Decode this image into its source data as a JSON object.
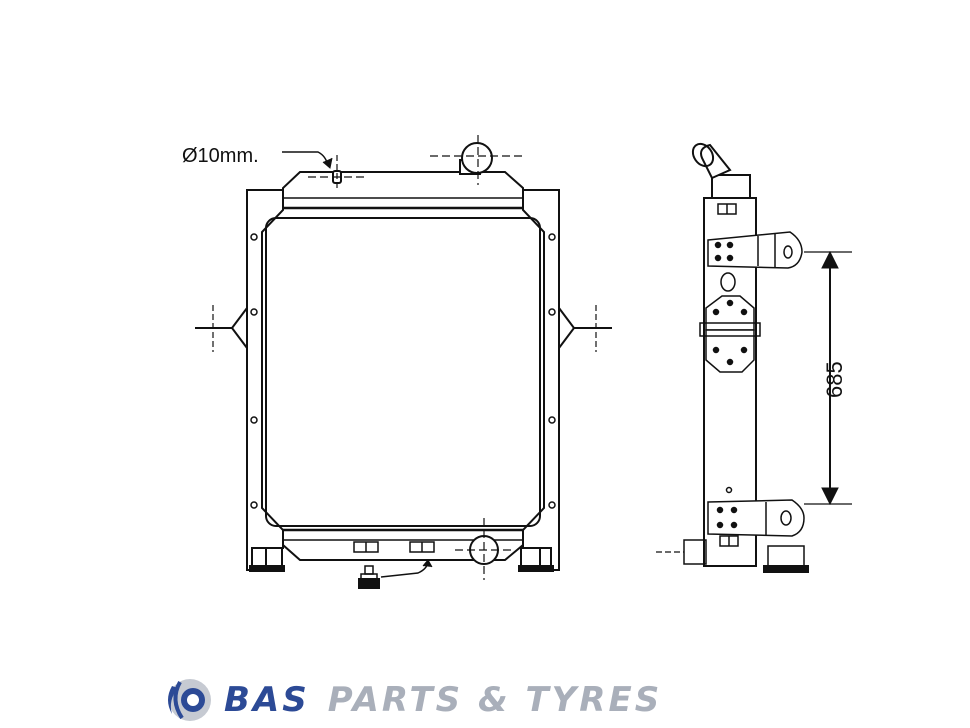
{
  "diagram": {
    "diameter_label": "Ø10mm.",
    "height_dimension": "685"
  },
  "logo": {
    "brand": "BAS",
    "tagline": "PARTS & TYRES",
    "brand_color": "#2c4a96",
    "tagline_color": "#a9afba"
  }
}
